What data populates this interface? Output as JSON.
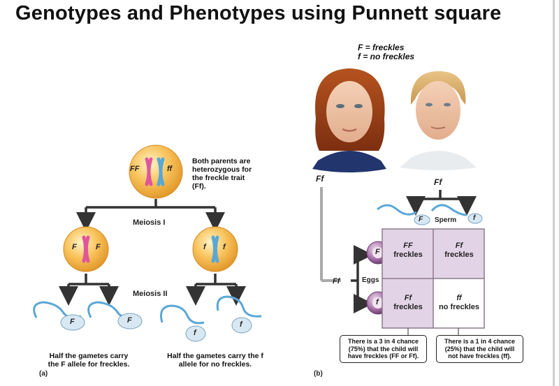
{
  "title": "Genotypes and Phenotypes using Punnett square",
  "legend": {
    "dominant": "F = freckles",
    "recessive": "f = no freckles"
  },
  "panel_a": {
    "parent_genotype_left": "FF",
    "parent_genotype_right": "ff",
    "parent_note": "Both parents are heterozygous for the freckle trait (Ff).",
    "meiosis1_label": "Meiosis I",
    "meiosis2_label": "Meiosis II",
    "cell_left_labels": [
      "F",
      "F"
    ],
    "cell_right_labels": [
      "f",
      "f"
    ],
    "gamete_labels": [
      "F",
      "F",
      "f",
      "f"
    ],
    "caption_left": "Half the gametes carry the F allele for freckles.",
    "caption_right": "Half the gametes carry the f allele for no freckles.",
    "panel_label": "(a)"
  },
  "panel_b": {
    "mother_genotype": "Ff",
    "father_genotype": "Ff",
    "sperm_label": "Sperm",
    "eggs_label": "Eggs",
    "sperm_alleles": [
      "F",
      "f"
    ],
    "egg_alleles": [
      "F",
      "f"
    ],
    "egg_parent_genotype": "Ff",
    "grid": [
      [
        {
          "genotype": "FF",
          "phenotype": "freckles"
        },
        {
          "genotype": "Ff",
          "phenotype": "freckles"
        }
      ],
      [
        {
          "genotype": "Ff",
          "phenotype": "freckles"
        },
        {
          "genotype": "ff",
          "phenotype": "no freckles"
        }
      ]
    ],
    "note_left": "There is a 3 in 4 chance (75%) that the child will have freckles (FF or Ff).",
    "note_right": "There is a 1 in 4 chance (25%) that the child will not have freckles (ff).",
    "panel_label": "(b)"
  },
  "colors": {
    "cell_fill": "#f6b94e",
    "chromosome_pink": "#e0569a",
    "chromosome_blue": "#5aa7d6",
    "grid_shaded": "#e3d3e6",
    "connector": "#333333"
  }
}
